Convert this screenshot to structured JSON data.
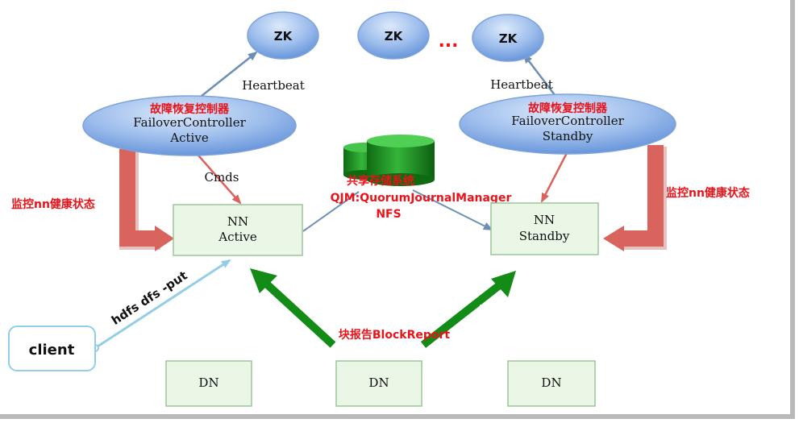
{
  "colors": {
    "ellipse_fill_top": "#bcd4f3",
    "ellipse_fill_bottom": "#5f8fd8",
    "box_fill": "#eaf6e6",
    "box_border": "#9cc59a",
    "red_text": "#e8141b",
    "green_arrow": "#128b17",
    "red_arrow": "#d9645d",
    "steel_arrow": "#6d8fb3"
  },
  "zk_nodes": [
    {
      "label": "ZK"
    },
    {
      "label": "ZK"
    },
    {
      "label": "ZK"
    }
  ],
  "zk_ellipsis": "...",
  "heartbeat_labels": {
    "left": "Heartbeat",
    "right": "Heartbeat"
  },
  "failover": {
    "active": {
      "title_cn": "故障恢复控制器",
      "line1": "FailoverController",
      "line2": "Active"
    },
    "standby": {
      "title_cn": "故障恢复控制器",
      "line1": "FailoverController",
      "line2": "Standby"
    }
  },
  "cmds_label": "Cmds",
  "monitor_labels": {
    "left": "监控nn健康状态",
    "right": "监控nn健康状态"
  },
  "shared_storage": {
    "title": "共享存储系统",
    "line1": "QJM:QuorumJournalManager",
    "line2": "NFS"
  },
  "namenodes": {
    "active": {
      "line1": "NN",
      "line2": "Active"
    },
    "standby": {
      "line1": "NN",
      "line2": "Standby"
    }
  },
  "client": {
    "label": "client",
    "command": "hdfs dfs -put"
  },
  "block_report_label": "块报告BlockReport",
  "datanodes": [
    {
      "label": "DN"
    },
    {
      "label": "DN"
    },
    {
      "label": "DN"
    }
  ]
}
